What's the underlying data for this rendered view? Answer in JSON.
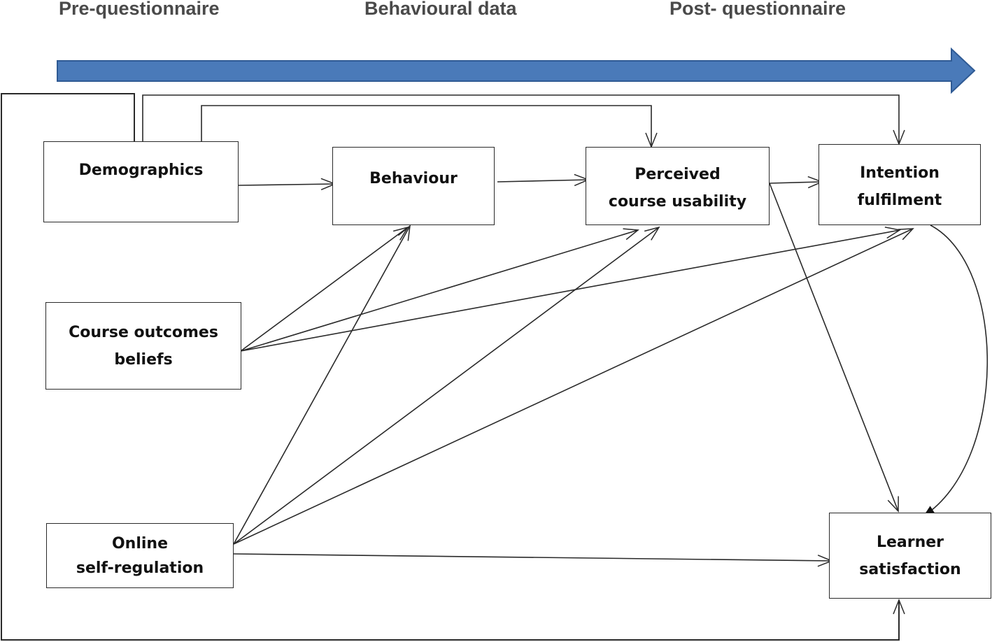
{
  "phases": {
    "pre": "Pre-questionnaire",
    "behavioural": "Behavioural data",
    "post": "Post- questionnaire"
  },
  "nodes": {
    "demographics": {
      "line1": "Demographics"
    },
    "behaviour": {
      "line1": "Behaviour"
    },
    "usability": {
      "line1": "Perceived",
      "line2": "course usability"
    },
    "intention": {
      "line1": "Intention",
      "line2": "fulfilment"
    },
    "course_outcomes": {
      "line1": "Course outcomes",
      "line2": "beliefs"
    },
    "self_regulation": {
      "line1": "Online",
      "line2": "self-regulation"
    },
    "satisfaction": {
      "line1": "Learner",
      "line2": "satisfaction"
    }
  },
  "colors": {
    "timeline_arrow": "#4a7ab9",
    "timeline_arrow_edge": "#2f5a94",
    "line": "#2a2a2a"
  }
}
